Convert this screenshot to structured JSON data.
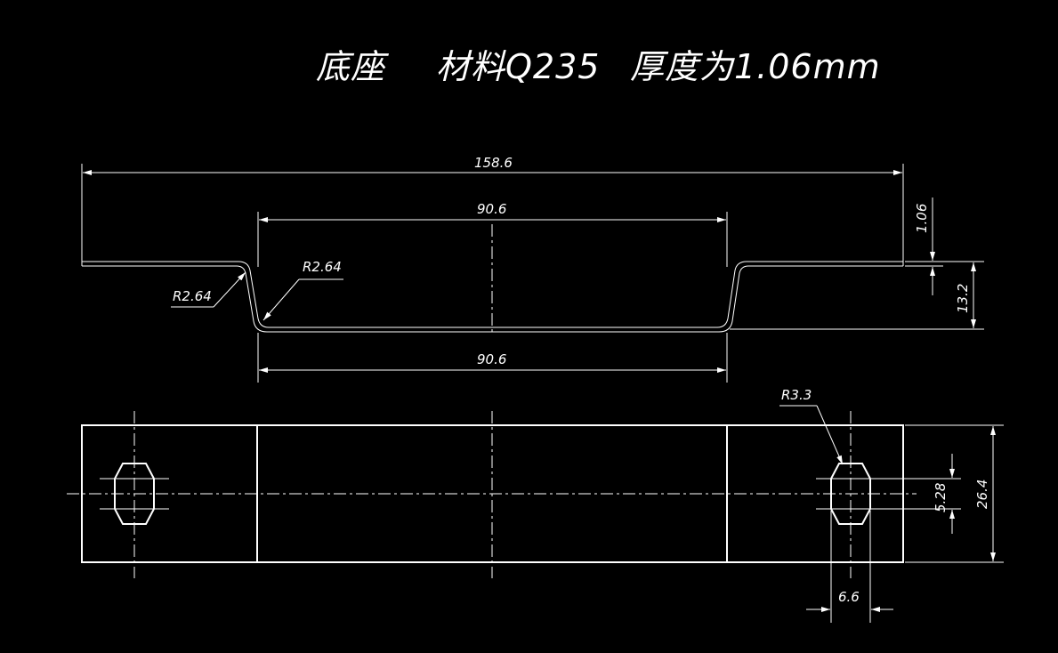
{
  "title": {
    "part_name": "底座",
    "material": "材料Q235",
    "thickness": "厚度为1.06mm"
  },
  "dimensions": {
    "overall_length": "158.6",
    "top_inner_width": "90.6",
    "bottom_width": "90.6",
    "bend_radius_left": "R2.64",
    "bend_radius_right": "R2.64",
    "sheet_thickness": "1.06",
    "depth": "13.2",
    "slot_radius": "R3.3",
    "slot_width": "6.6",
    "slot_length": "5.28",
    "plate_width": "26.4"
  },
  "colors": {
    "background": "#000000",
    "lines": "#ffffff"
  }
}
